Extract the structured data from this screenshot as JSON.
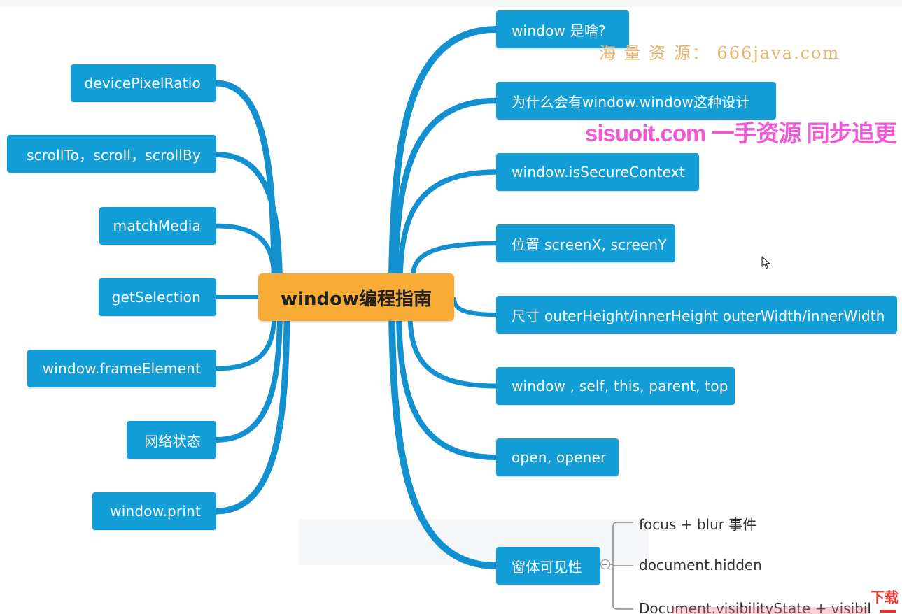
{
  "root": {
    "label": "window编程指南",
    "color": "#f8ab35"
  },
  "node_color": "#139ed8",
  "line_color": "#1290d0",
  "left_branches": [
    {
      "label": "devicePixelRatio"
    },
    {
      "label": "scrollTo，scroll，scrollBy"
    },
    {
      "label": "matchMedia"
    },
    {
      "label": "getSelection"
    },
    {
      "label": "window.frameElement"
    },
    {
      "label": "网络状态"
    },
    {
      "label": "window.print"
    }
  ],
  "right_branches": [
    {
      "label": "window 是啥?"
    },
    {
      "label": "为什么会有window.window这种设计"
    },
    {
      "label": "window.isSecureContext"
    },
    {
      "label": "位置 screenX, screenY"
    },
    {
      "label": "尺寸 outerHeight/innerHeight outerWidth/innerWidth"
    },
    {
      "label": "window , self, this, parent, top"
    },
    {
      "label": "open, opener"
    },
    {
      "label": "窗体可见性"
    }
  ],
  "visibility_children": [
    {
      "label": "focus + blur 事件"
    },
    {
      "label": "document.hidden"
    },
    {
      "label": "Document.visibilityState + visibil"
    }
  ],
  "watermarks": {
    "gold": "海 量 资 源： 666java.com",
    "pink": "sisuoit.com 一手资源 同步追更",
    "corner": "下载"
  }
}
